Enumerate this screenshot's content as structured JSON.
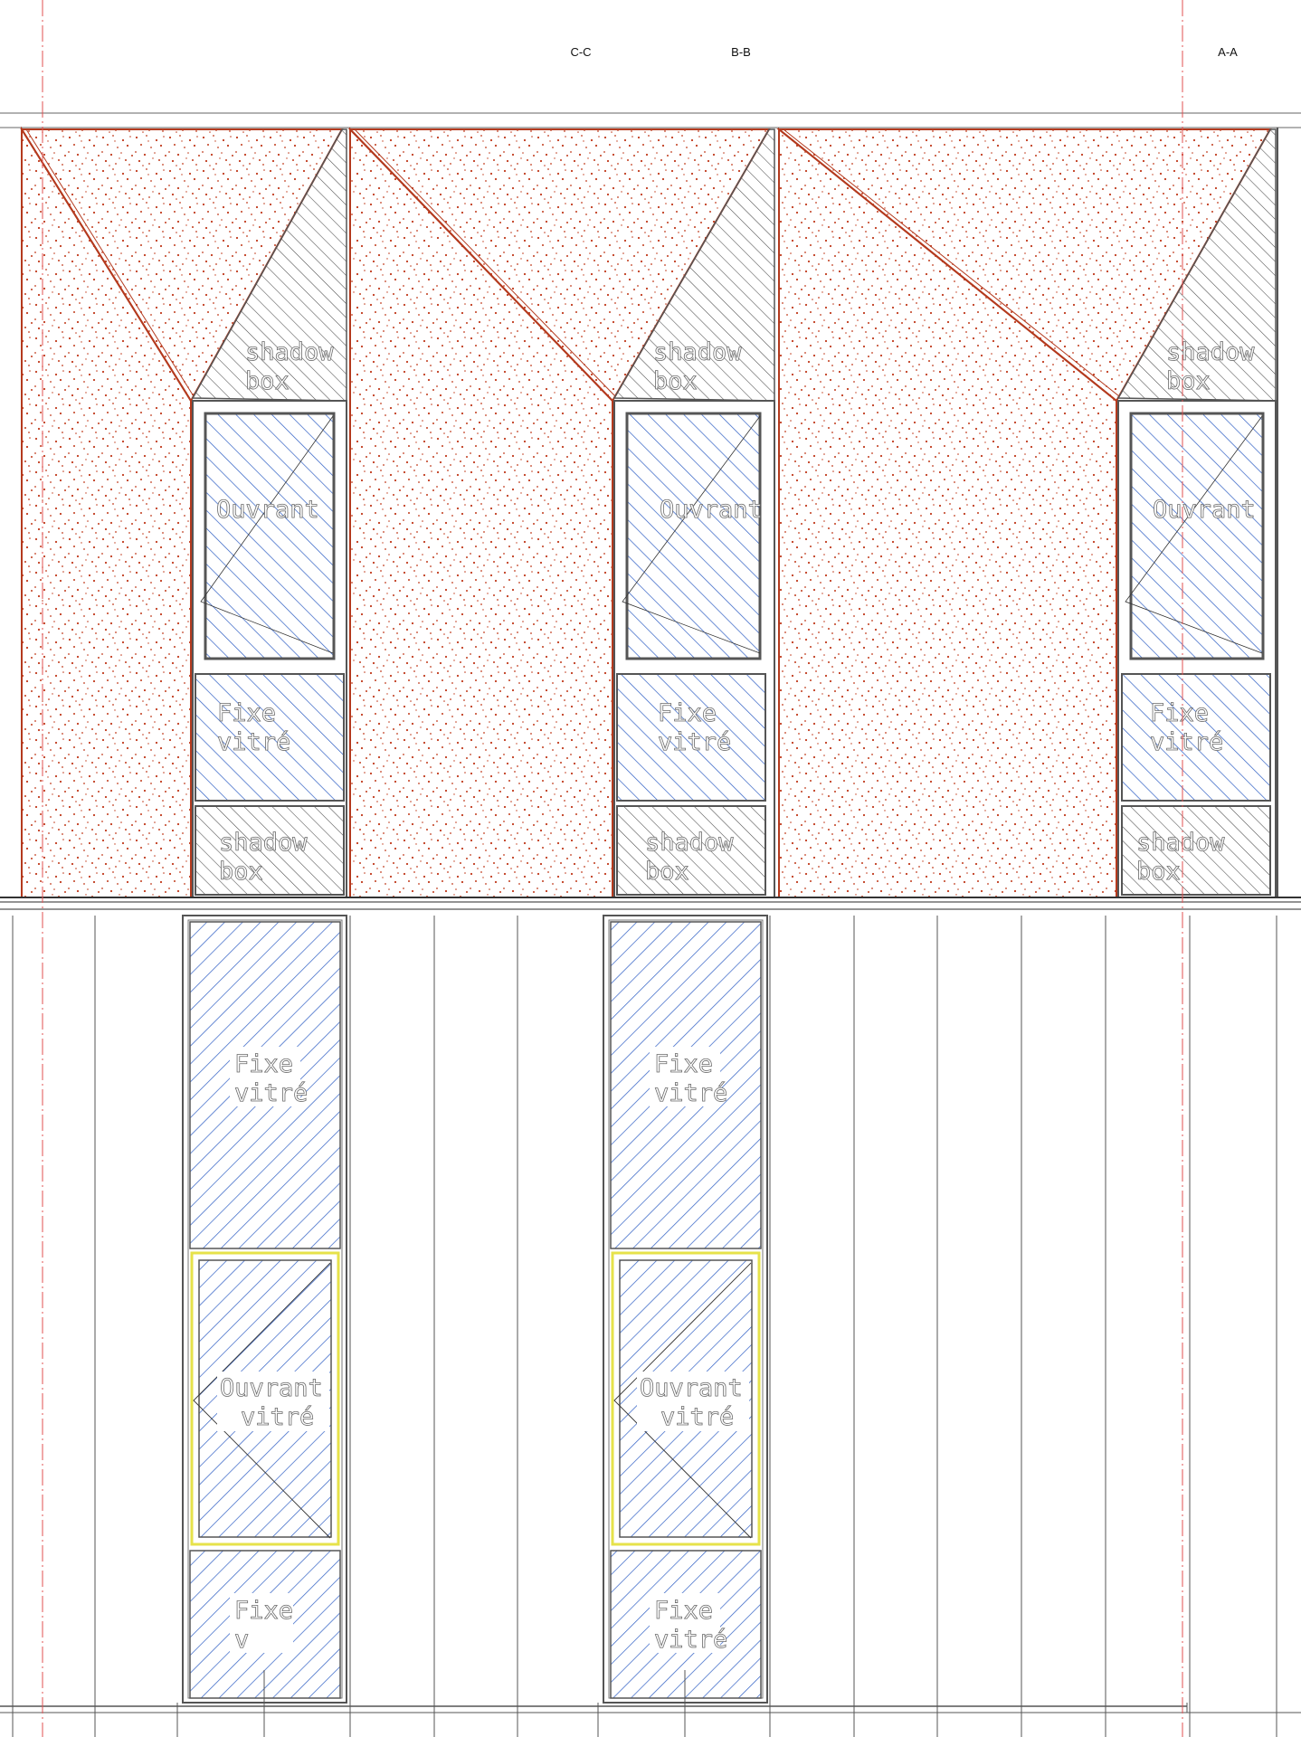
{
  "sections": {
    "c": "C-C",
    "b": "B-B",
    "a": "A-A"
  },
  "labels": {
    "shadow_box_l1": "shadow",
    "shadow_box_l2": "box",
    "ouvrant": "Ouvrant",
    "fixe_l1": "Fixe",
    "fixe_l2": "vitré",
    "ouvrant_vitre_l1": "Ouvrant",
    "ouvrant_vitre_l2": "vitré",
    "fixe_partial_l2": "v"
  },
  "colors": {
    "cladding_outline": "#b43a1e",
    "cladding_dots": "#c0391b",
    "glass_hatch": "#2f5fc4",
    "shadow_hatch": "#4a4a4a",
    "opening_frame_highlight": "#e6e24a",
    "section_line": "#e05050",
    "frame_line": "#555555"
  }
}
